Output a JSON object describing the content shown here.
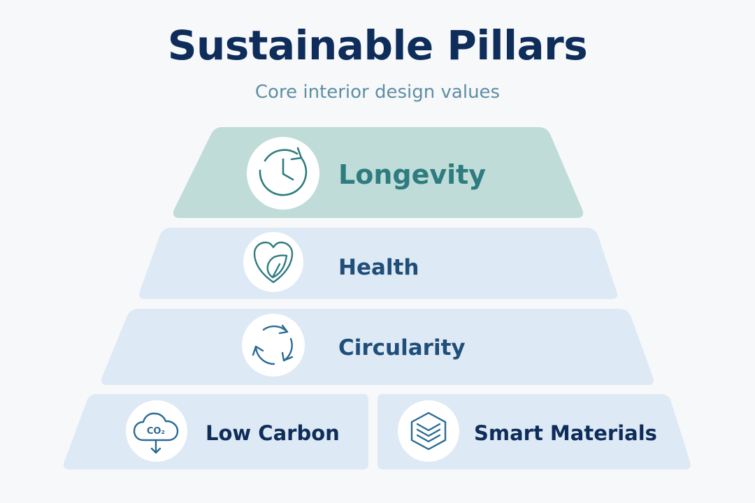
{
  "header": {
    "title": "Sustainable Pillars",
    "subtitle": "Core interior design values"
  },
  "tiers": [
    {
      "label": "Longevity",
      "icon": "clock-refresh-icon"
    },
    {
      "label": "Health",
      "icon": "heart-leaf-icon"
    },
    {
      "label": "Circularity",
      "icon": "recycle-arrows-icon"
    },
    {
      "label": "Low Carbon",
      "icon": "co2-cloud-icon"
    },
    {
      "label": "Smart Materials",
      "icon": "layers-icon"
    }
  ],
  "icon_texts": {
    "co2": "CO₂"
  },
  "colors": {
    "top_tier_fill": "#bfdcd8",
    "tier_fill": "#dde9f4",
    "title_text": "#0f2d5a",
    "subtitle_text": "#5f8ea3",
    "teal_accent": "#2e7c80",
    "blue_accent": "#2b6b93"
  }
}
